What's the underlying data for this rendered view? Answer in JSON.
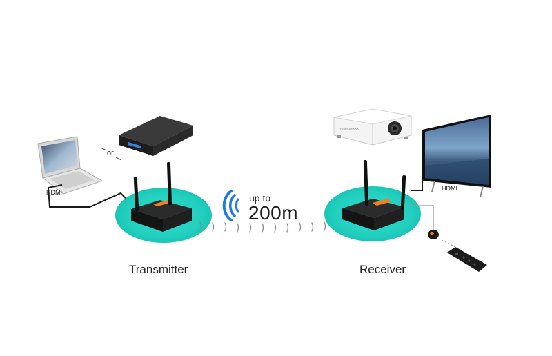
{
  "labels": {
    "hdmi_left": "HDMI",
    "hdmi_right": "HDMI",
    "or": "or",
    "range_prefix": "up to",
    "range_value": "200m",
    "transmitter": "Transmitter",
    "receiver": "Receiver",
    "projector_brand": "ProjectorXXX"
  },
  "colors": {
    "halo": "#1fd6c6",
    "halo_inner": "#0fbfb0",
    "device_body": "#222222",
    "device_label": "#f0821e",
    "wave_blue": "#1e7be0"
  },
  "icons": {
    "laptop": "laptop-icon",
    "media_player": "media-player-icon",
    "projector": "projector-icon",
    "tv": "tv-icon",
    "ir_receiver": "ir-receiver-icon",
    "remote": "remote-control-icon",
    "wifi_waves": "wireless-waves-icon"
  }
}
